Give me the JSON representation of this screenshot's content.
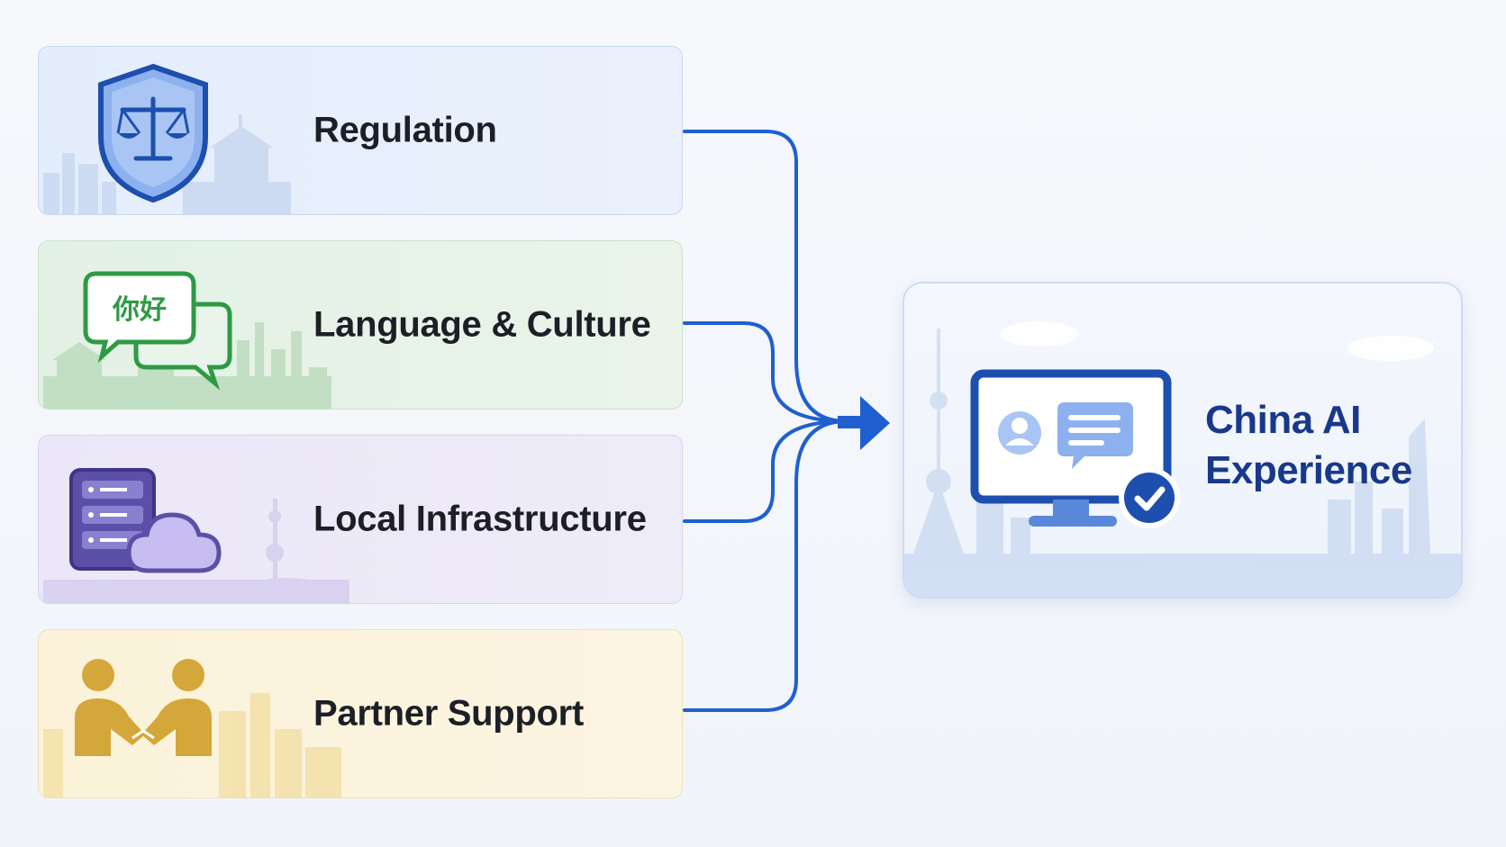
{
  "inputs": [
    {
      "label": "Regulation",
      "icon": "scales-shield-icon",
      "color": "#2f5cc4"
    },
    {
      "label": "Language & Culture",
      "icon": "chinese-speech-bubbles-icon",
      "glyph": "你好",
      "color": "#2e9a45"
    },
    {
      "label": "Local Infrastructure",
      "icon": "server-cloud-icon",
      "color": "#5b4fa8"
    },
    {
      "label": "Partner Support",
      "icon": "handshake-people-icon",
      "color": "#d4a73a"
    }
  ],
  "output": {
    "title_line1": "China AI",
    "title_line2": "Experience",
    "icon": "monitor-chat-check-icon",
    "color": "#18398a"
  },
  "connector_color": "#1f5fd0"
}
